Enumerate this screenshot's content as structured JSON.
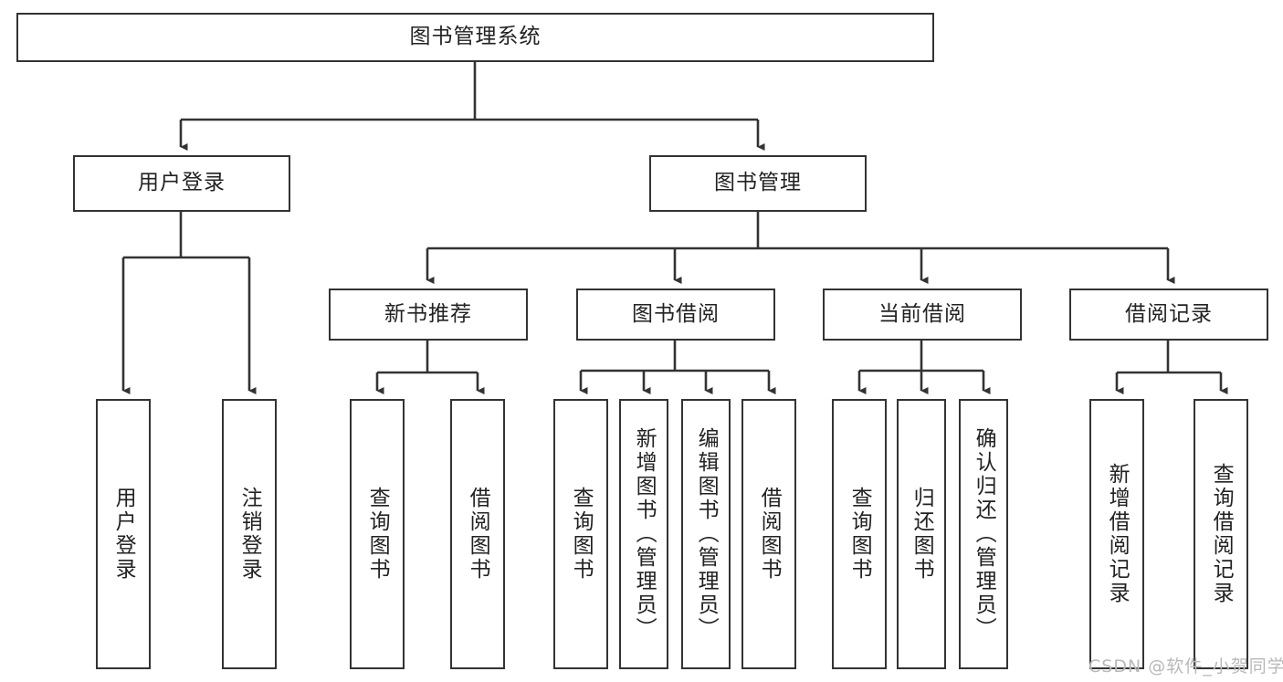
{
  "diagram": {
    "title": "图书管理系统",
    "type": "tree-structure-chart",
    "stroke_color": "#333333",
    "background_color": "#ffffff",
    "root": {
      "label": "图书管理系统"
    },
    "level2": [
      {
        "label": "用户登录"
      },
      {
        "label": "图书管理"
      }
    ],
    "level3": [
      {
        "label": "新书推荐"
      },
      {
        "label": "图书借阅"
      },
      {
        "label": "当前借阅"
      },
      {
        "label": "借阅记录"
      }
    ],
    "leaves": {
      "user_login": [
        {
          "label": "用户登录"
        },
        {
          "label": "注销登录"
        }
      ],
      "new_book_recommend": [
        {
          "label": "查询图书"
        },
        {
          "label": "借阅图书"
        }
      ],
      "book_borrow": [
        {
          "label": "查询图书"
        },
        {
          "label": "新增图书（管理员）"
        },
        {
          "label": "编辑图书（管理员）"
        },
        {
          "label": "借阅图书"
        }
      ],
      "current_borrow": [
        {
          "label": "查询图书"
        },
        {
          "label": "归还图书"
        },
        {
          "label": "确认归还（管理员）"
        }
      ],
      "borrow_record": [
        {
          "label": "新增借阅记录"
        },
        {
          "label": "查询借阅记录"
        }
      ]
    }
  },
  "watermark": {
    "text": "CSDN @软件_小贺同学"
  }
}
